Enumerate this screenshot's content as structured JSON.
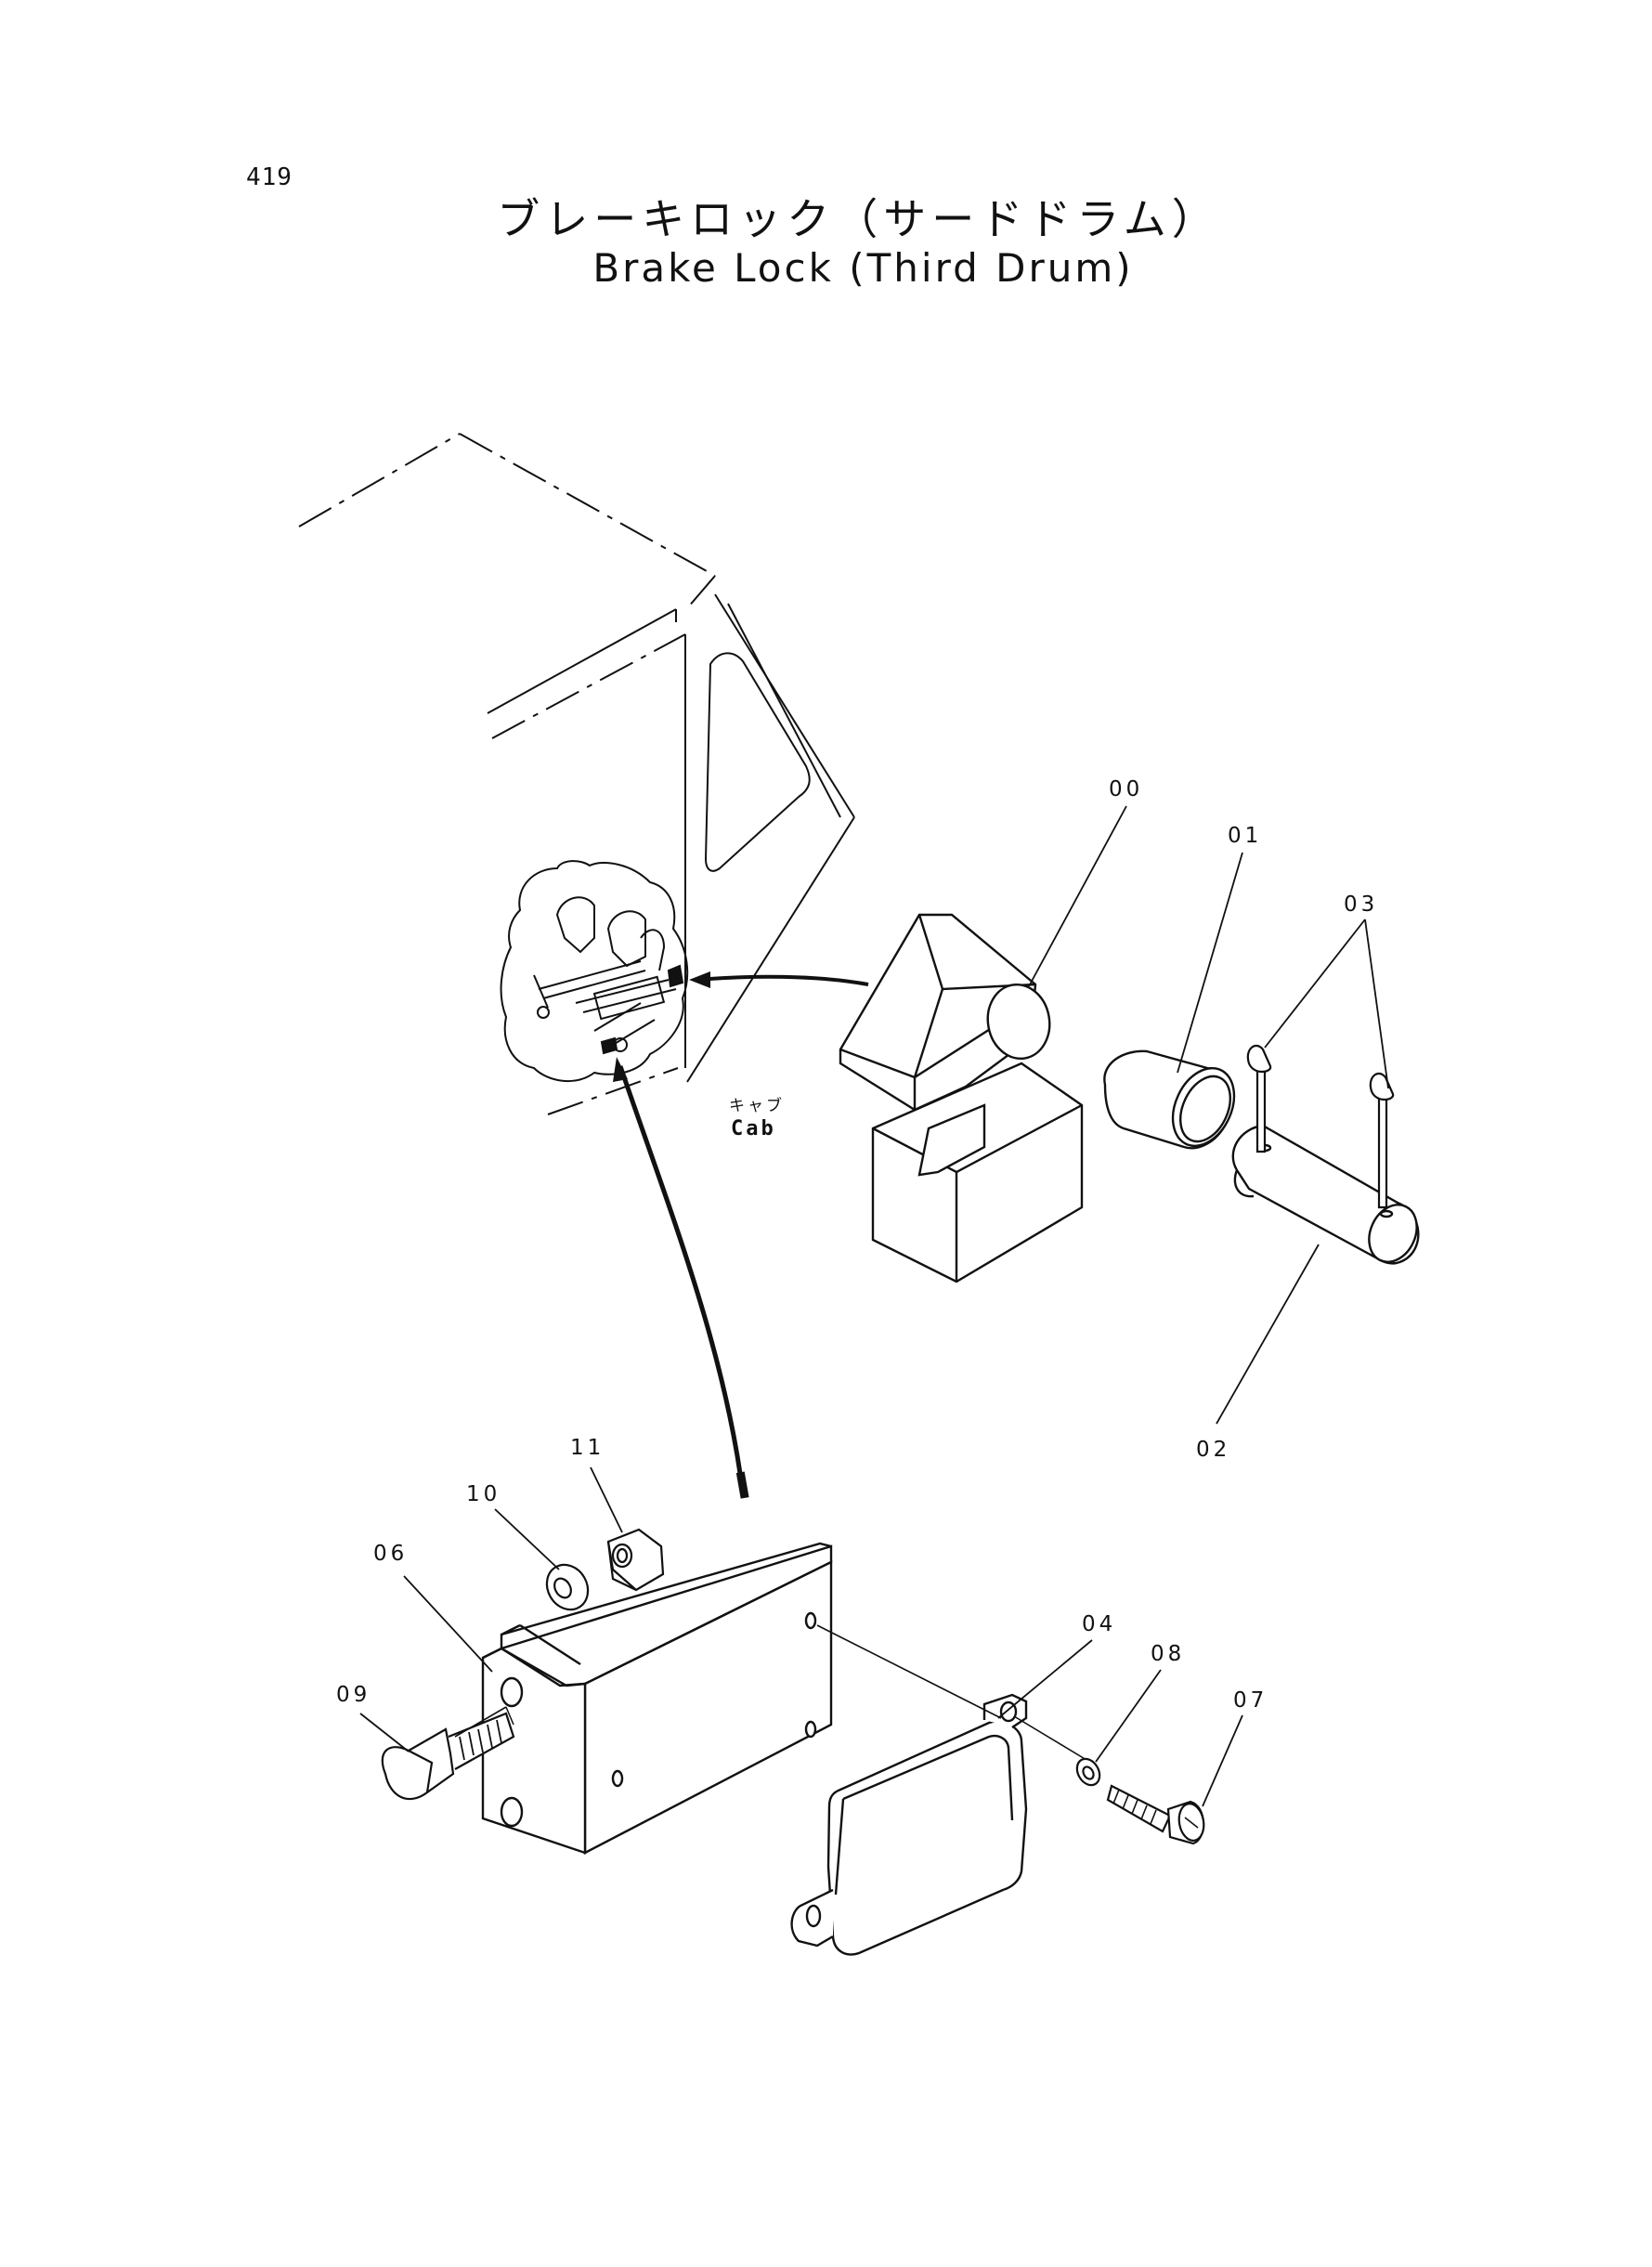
{
  "page": {
    "number": "419",
    "title_jp": "ブレーキロック（サードドラム）",
    "title_en": "Brake Lock (Third Drum)"
  },
  "labels": {
    "cab_jp": "キャブ",
    "cab_en": "Cab"
  },
  "callouts": {
    "c00": "00",
    "c01": "01",
    "c02": "02",
    "c03": "03",
    "c04": "04",
    "c06": "06",
    "c07": "07",
    "c08": "08",
    "c09": "09",
    "c10": "10",
    "c11": "11"
  }
}
